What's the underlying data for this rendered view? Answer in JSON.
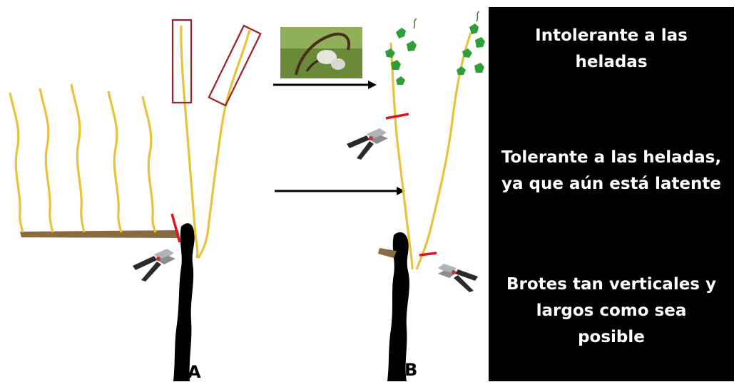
{
  "panel_labels": {
    "a": "A",
    "b": "B"
  },
  "notes": {
    "frost_intolerant": [
      "Intolerante a las",
      "heladas"
    ],
    "frost_tolerant": [
      "Tolerante a las heladas,",
      "ya que aún está latente"
    ],
    "shoot_goal": [
      "Brotes tan verticales y",
      "largos como sea",
      "posible"
    ]
  },
  "colors": {
    "cane": "#E8C33A",
    "trunk": "#000000",
    "cut_mark": "#E0141E",
    "highlight_box": "#A31D25",
    "arm": "#8B6A3E",
    "leaf": "#2E9E3A",
    "panel_bg": "#000000",
    "panel_text": "#FFFFFF"
  }
}
